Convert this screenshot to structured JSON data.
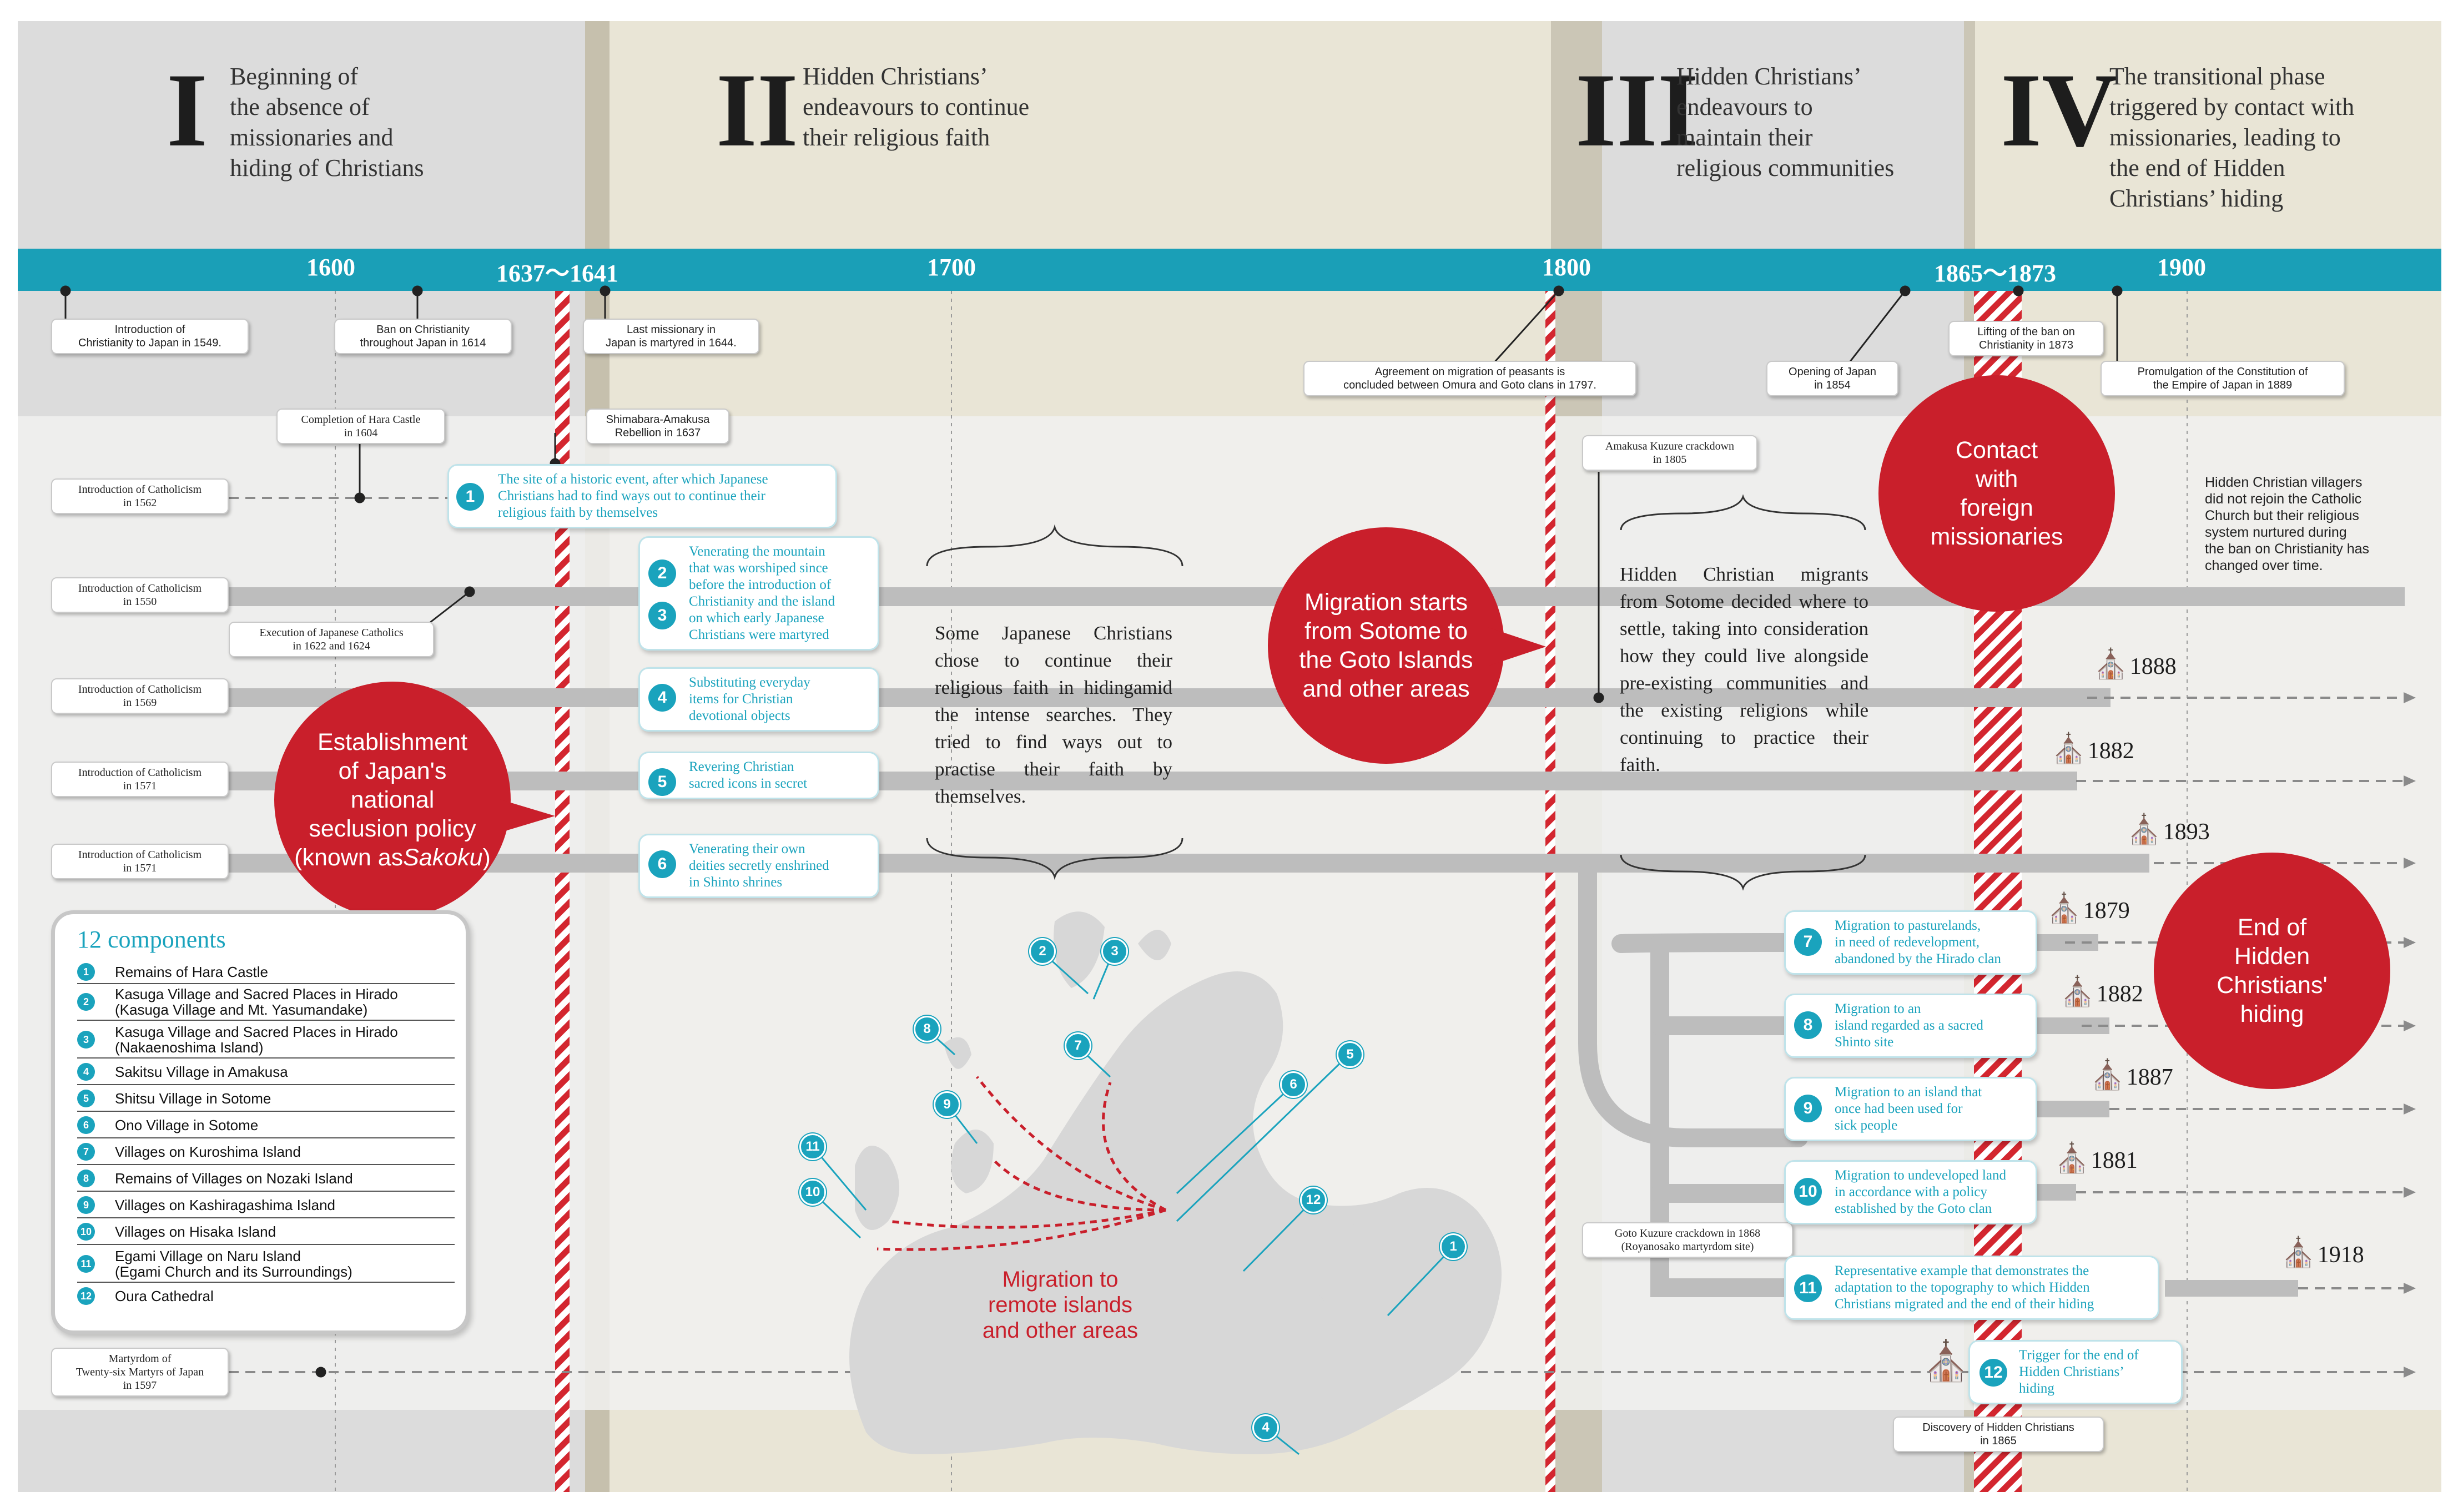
{
  "eras": [
    {
      "numeral": "I",
      "title": "Beginning of\nthe absence of\nmissionaries and\nhiding of Christians"
    },
    {
      "numeral": "II",
      "title": "Hidden Christians’\nendeavours to continue\ntheir religious faith"
    },
    {
      "numeral": "III",
      "title": "Hidden Christians’\nendeavours to\nmaintain their\nreligious communities"
    },
    {
      "numeral": "IV",
      "title": "The transitional phase\ntriggered by contact with\nmissionaries, leading to\nthe end of Hidden\nChristians’ hiding"
    }
  ],
  "years": [
    "1600",
    "1637〜1641",
    "1700",
    "1800",
    "1865〜1873",
    "1900"
  ],
  "events_top": [
    "Introduction of\nChristianity to Japan in 1549.",
    "Ban on Christianity\nthroughout Japan in 1614",
    "Last missionary in\nJapan is martyred in 1644.",
    "Agreement on migration of peasants is\nconcluded between Omura and Goto clans in 1797.",
    "Opening of Japan\nin 1854",
    "Lifting of the ban on\nChristianity in 1873",
    "Promulgation of the Constitution of\nthe Empire of Japan in 1889"
  ],
  "events_left": [
    "Completion of Hara Castle\nin 1604",
    "Shimabara-Amakusa\nRebellion in 1637",
    "Introduction of Catholicism\nin 1562",
    "Introduction of Catholicism\nin 1550",
    "Execution of Japanese Catholics\nin 1622 and 1624",
    "Introduction of Catholicism\nin 1569",
    "Introduction of Catholicism\nin 1571",
    "Introduction of Catholicism\nin 1571",
    "Martyrdom of\nTwenty-six Martyrs of Japan\nin 1597"
  ],
  "events_right": [
    "Amakusa Kuzure crackdown\nin 1805",
    "Goto Kuzure crackdown in 1868\n(Royanosako martyrdom site)",
    "Discovery of Hidden Christians\nin 1865"
  ],
  "components": [
    {
      "n": "1",
      "text": "The site of a historic event, after which Japanese\nChristians had to find ways out to continue their\nreligious faith by themselves"
    },
    {
      "n": "2",
      "text": "Venerating the mountain\nthat was worshiped since\nbefore the introduction of\nChristianity and the island\non which early Japanese\nChristians were martyred"
    },
    {
      "n": "3",
      "text": ""
    },
    {
      "n": "4",
      "text": "Substituting everyday\nitems for Christian\ndevotional objects"
    },
    {
      "n": "5",
      "text": "Revering Christian\nsacred icons in secret"
    },
    {
      "n": "6",
      "text": "Venerating their own\ndeities secretly enshrined\nin Shinto shrines"
    },
    {
      "n": "7",
      "text": "Migration to pasturelands,\nin need of redevelopment,\nabandoned by the Hirado clan"
    },
    {
      "n": "8",
      "text": "Migration to an\nisland regarded as a sacred\nShinto site"
    },
    {
      "n": "9",
      "text": "Migration to an island that\nonce had been used for\nsick people"
    },
    {
      "n": "10",
      "text": "Migration to undeveloped land\nin accordance with a policy\nestablished by the Goto clan"
    },
    {
      "n": "11",
      "text": "Representative example that demonstrates the\nadaptation to the topography to which Hidden\nChristians migrated and the end of their hiding"
    },
    {
      "n": "12",
      "text": "Trigger for the end of\nHidden Christians’\nhiding"
    }
  ],
  "red_circles": {
    "seclusion_pre": "Establishment\nof Japan's\nnational\nseclusion policy\n(known as",
    "seclusion_italic": "Sakoku",
    "seclusion_post": ")",
    "migration": "Migration starts\nfrom Sotome to\nthe Goto Islands\nand other areas",
    "contact": "Contact\nwith\nforeign\nmissionaries",
    "end": "End of\nHidden\nChristians'\nhiding"
  },
  "paragraphs": {
    "era2": "Some Japanese Christians chose to continue their religious faith in hidingamid the intense searches. They tried to find ways out to practise their faith by themselves.",
    "era3": "Hidden Christian migrants from Sotome decided where to settle, taking into consideration how they could live alongside pre-existing communities and the existing religions while continuing to practice their faith.",
    "era4": "Hidden Christian villagers\ndid not rejoin the Catholic\nChurch but their religious\nsystem nurtured during\nthe ban on Christianity has\nchanged over time."
  },
  "churches": [
    "1888",
    "1882",
    "1893",
    "1879",
    "1882",
    "1887",
    "1881",
    "1918"
  ],
  "legend": {
    "title": "12 components",
    "items": [
      {
        "n": "1",
        "text": "Remains of Hara Castle"
      },
      {
        "n": "2",
        "text": "Kasuga Village and Sacred Places in Hirado\n(Kasuga Village and Mt. Yasumandake)"
      },
      {
        "n": "3",
        "text": "Kasuga Village and Sacred Places in Hirado\n(Nakaenoshima Island)"
      },
      {
        "n": "4",
        "text": "Sakitsu Village in Amakusa"
      },
      {
        "n": "5",
        "text": "Shitsu Village in Sotome"
      },
      {
        "n": "6",
        "text": "Ono Village in Sotome"
      },
      {
        "n": "7",
        "text": "Villages on Kuroshima Island"
      },
      {
        "n": "8",
        "text": "Remains of Villages on Nozaki Island"
      },
      {
        "n": "9",
        "text": "Villages on Kashiragashima Island"
      },
      {
        "n": "10",
        "text": "Villages on Hisaka Island"
      },
      {
        "n": "11",
        "text": "Egami Village on Naru Island\n(Egami Church and its Surroundings)"
      },
      {
        "n": "12",
        "text": "Oura Cathedral"
      }
    ]
  },
  "map_label": "Migration to\nremote islands\nand other areas",
  "colors": {
    "teal": "#1aa3bd",
    "red": "#c91f2b",
    "era_grey": "#dcdcdc",
    "era_beige": "#e9e5d6",
    "band": "#bfbfbf"
  }
}
